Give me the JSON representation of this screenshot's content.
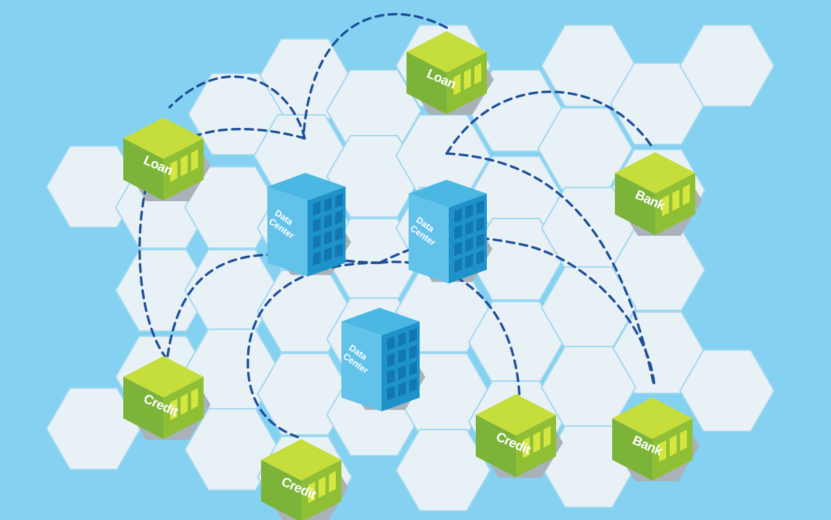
{
  "colors": {
    "background": "#84d1f1",
    "hex_fill": "#e8f1f6",
    "hex_stroke": "#9fd8f0",
    "cube_top": "#c5de3c",
    "cube_left": "#7cb43a",
    "cube_right": "#8fbf35",
    "cube_window": "#d5e63e",
    "building_top": "#4bb8e3",
    "building_left": "#63c2ea",
    "building_right": "#1e93c9",
    "building_window": "#1377b1",
    "connection": "#1e4f99",
    "shadow": "#a9b2b9"
  },
  "icons": {
    "node": "green-cube-icon",
    "data_center": "office-building-icon"
  },
  "nodes": [
    {
      "label": "Loan"
    },
    {
      "label": "Loan"
    },
    {
      "label": "Bank"
    },
    {
      "label": "Credit"
    },
    {
      "label": "Credit"
    },
    {
      "label": "Credit"
    },
    {
      "label": "Bank"
    }
  ],
  "data_centers": [
    {
      "line1": "Data",
      "line2": "Center"
    },
    {
      "line1": "Data",
      "line2": "Center"
    },
    {
      "line1": "Data",
      "line2": "Center"
    }
  ]
}
